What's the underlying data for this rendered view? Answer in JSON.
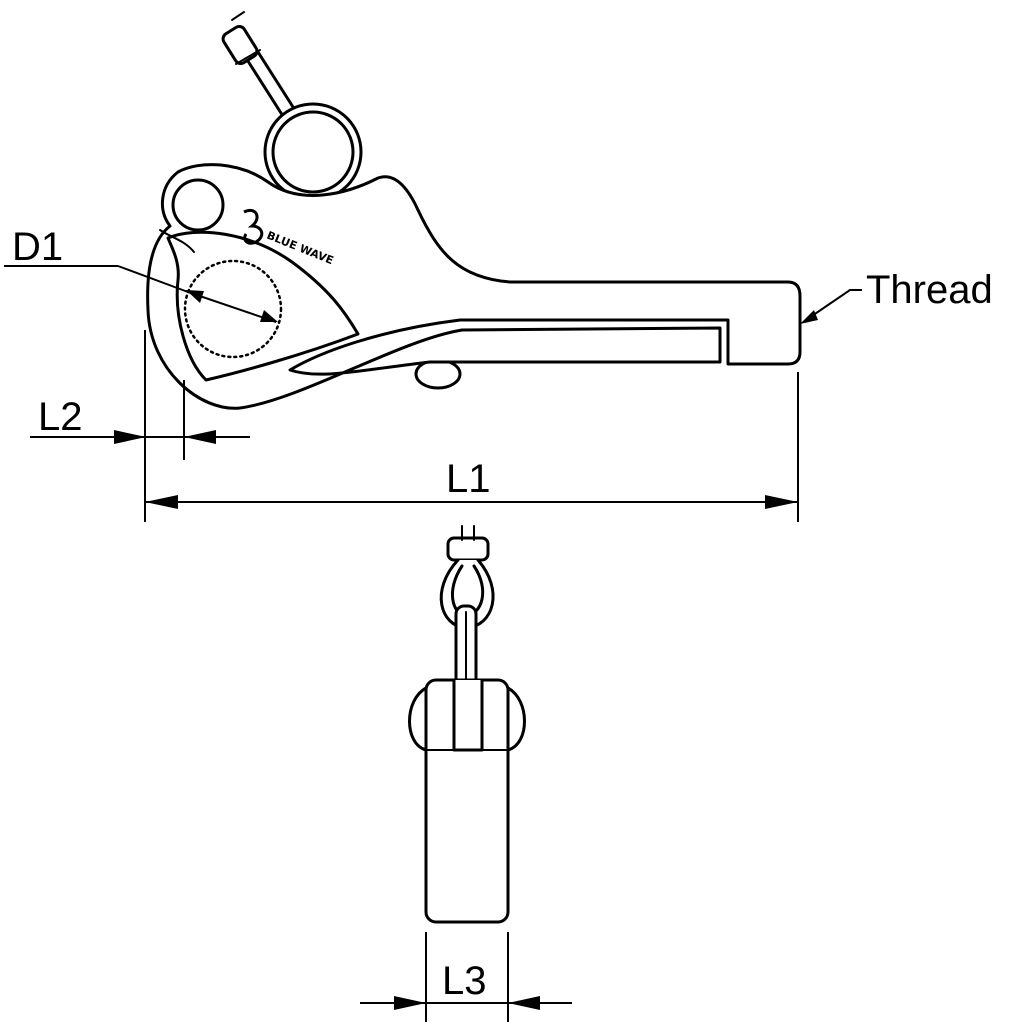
{
  "labels": {
    "d1": "D1",
    "l2": "L2",
    "l1": "L1",
    "l3": "L3",
    "thread": "Thread"
  },
  "logo": {
    "text": "BLUE WAVE"
  },
  "icons": {
    "logo_mark": "wave-logo-icon",
    "pin": "release-pin-icon",
    "ring": "split-ring-icon"
  }
}
